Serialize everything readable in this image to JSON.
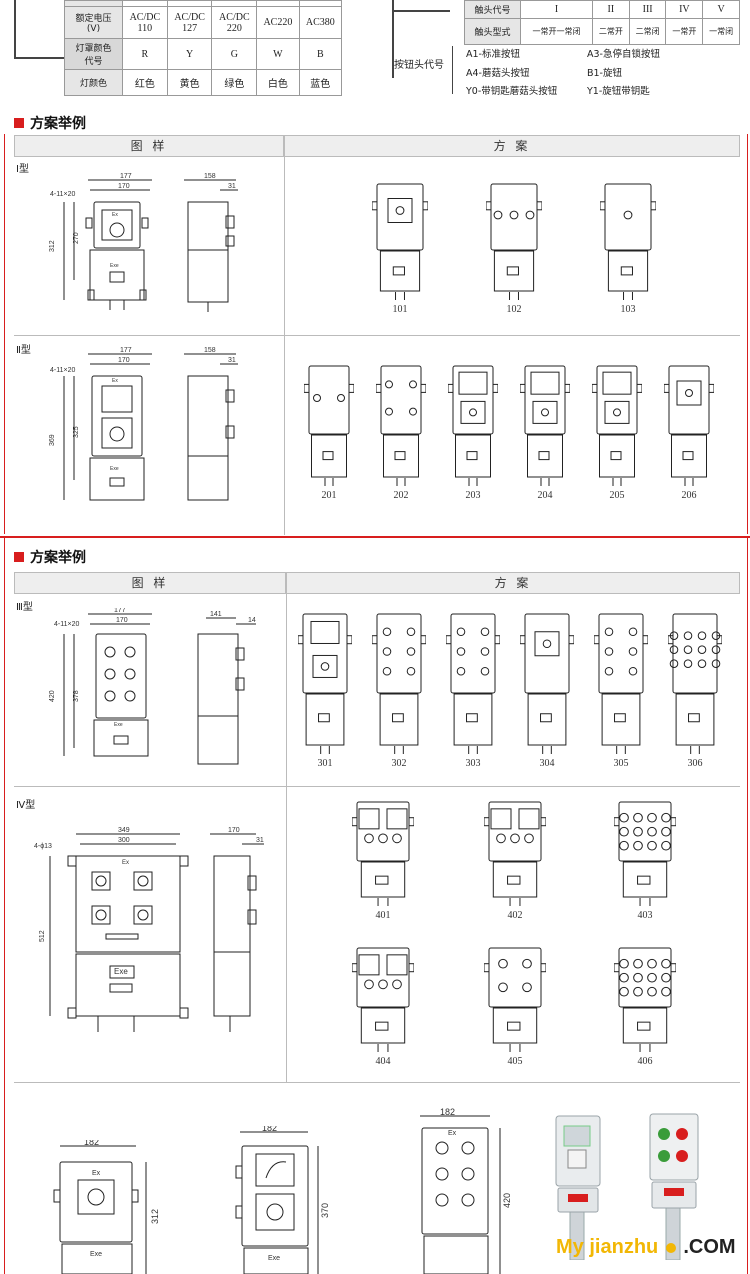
{
  "top_table": {
    "row_partial": [
      "",
      "",
      "",
      "",
      "",
      ""
    ],
    "voltage_label": "额定电压\n(V)",
    "voltages": [
      "AC/DC\n110",
      "AC/DC\n127",
      "AC/DC\n220",
      "AC220",
      "AC380"
    ],
    "color_code_label": "灯罩颜色\n代号",
    "color_codes": [
      "R",
      "Y",
      "G",
      "W",
      "B"
    ],
    "color_label": "灯颜色",
    "colors": [
      "红色",
      "黄色",
      "绿色",
      "白色",
      "蓝色"
    ]
  },
  "contact_table": {
    "code_label": "触头代号",
    "codes": [
      "I",
      "II",
      "III",
      "IV",
      "V"
    ],
    "type_label": "触头型式",
    "types": [
      "一常开一常闭",
      "二常开",
      "二常闭",
      "一常开",
      "一常闭"
    ]
  },
  "button_codes": {
    "label": "按钮头代号",
    "items": [
      "A1-标准按钮",
      "A3-急停自锁按钮",
      "A4-蘑菇头按钮",
      "B1-旋钮",
      "Y0-带钥匙蘑菇头按钮",
      "Y1-旋钮带钥匙"
    ]
  },
  "section1": {
    "title": "方案举例",
    "col_drawing": "图 样",
    "col_scheme": "方 案",
    "type1": {
      "label": "Ⅰ型",
      "dims": {
        "w1": "177",
        "w2": "170",
        "holes": "4-11×20",
        "h1": "312",
        "h2": "270",
        "side": "158",
        "side2": "31"
      },
      "schemes": [
        "101",
        "102",
        "103"
      ]
    },
    "type2": {
      "label": "Ⅱ型",
      "dims": {
        "w1": "177",
        "w2": "170",
        "holes": "4-11×20",
        "h1": "369",
        "h2": "325",
        "side": "158",
        "side2": "31"
      },
      "schemes": [
        "201",
        "202",
        "203",
        "204",
        "205",
        "206"
      ]
    }
  },
  "section2": {
    "title": "方案举例",
    "col_drawing": "图 样",
    "col_scheme": "方 案",
    "type3": {
      "label": "Ⅲ型",
      "dims": {
        "w1": "177",
        "w2": "170",
        "holes": "4-11×20",
        "h1": "420",
        "h2": "378",
        "side": "141",
        "side2": "14"
      },
      "schemes": [
        "301",
        "302",
        "303",
        "304",
        "305",
        "306"
      ]
    },
    "type4": {
      "label": "Ⅳ型",
      "dims": {
        "w1": "349",
        "w2": "300",
        "holes": "4-ϕ13",
        "h1": "512",
        "side": "170",
        "side2": "31"
      },
      "schemes": [
        "401",
        "402",
        "403",
        "404",
        "405",
        "406"
      ]
    }
  },
  "bottom": {
    "dims": [
      "182",
      "312",
      "182",
      "370",
      "182",
      "420"
    ],
    "ex_label": "Ex",
    "exe_label": "Exe"
  },
  "watermark": {
    "left": "My",
    "mid": "jianzhu",
    "right": ".COM"
  },
  "colors": {
    "accent": "#d81e1e",
    "watermark_yellow": "#f2b705"
  }
}
